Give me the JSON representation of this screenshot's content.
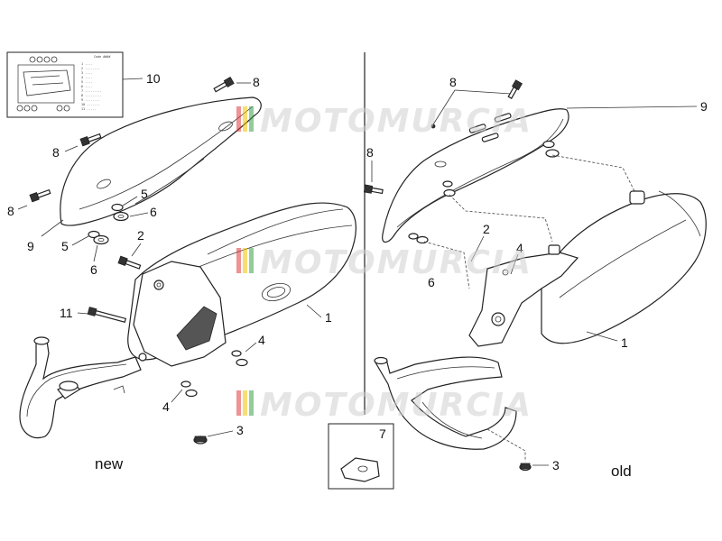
{
  "variant_labels": {
    "new": "new",
    "old": "old"
  },
  "watermark": "MOTOMURCIA",
  "callouts_new": {
    "n1": "1",
    "n2": "2",
    "n3": "3",
    "n4a": "4",
    "n4b": "4",
    "n5a": "5",
    "n5b": "5",
    "n6a": "6",
    "n6b": "6",
    "n8a": "8",
    "n8b": "8",
    "n8c": "8",
    "n9": "9",
    "n10": "10",
    "n11": "11"
  },
  "callouts_old": {
    "o1": "1",
    "o2": "2",
    "o3": "3",
    "o4": "4",
    "o6": "6",
    "o8a": "8",
    "o8b": "8",
    "o9": "9"
  },
  "box7_label": "7",
  "label_card": {
    "heading": "Code ####",
    "lines": [
      "1 ....",
      "2 ........",
      "3 ....",
      "4 ....",
      "5 ....",
      "6 ....",
      "7 .........",
      "8 .........",
      "9 ........",
      "10 .......",
      "11 ....."
    ]
  },
  "colors": {
    "line": "#222222",
    "watermark_text": "#cfcfcf",
    "flag_red": "#e0393a",
    "flag_yellow": "#f2c200",
    "flag_green": "#3aa14a"
  }
}
